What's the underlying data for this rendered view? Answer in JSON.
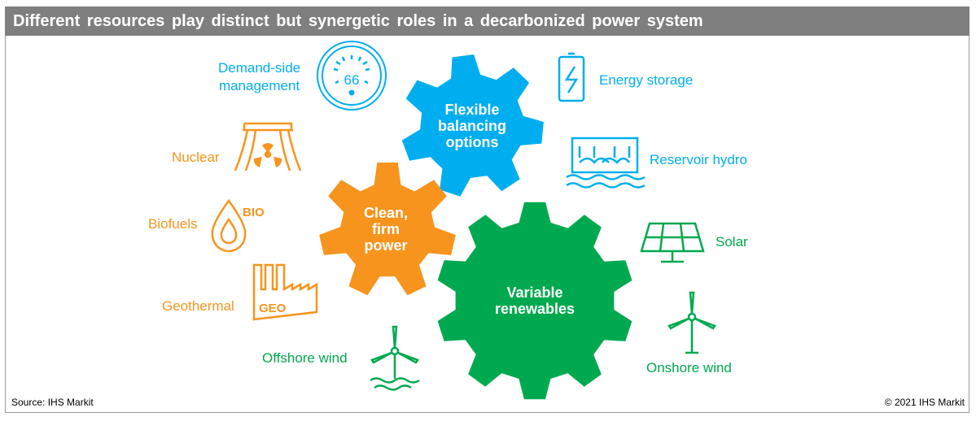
{
  "title": "Different resources play distinct but synergetic roles in a decarbonized power system",
  "gears": {
    "flexible": {
      "label_lines": [
        "Flexible",
        "balancing",
        "options"
      ],
      "color": "#00aeef"
    },
    "clean": {
      "label_lines": [
        "Clean,",
        "firm",
        "power"
      ],
      "color": "#f7941d"
    },
    "variable": {
      "label_lines": [
        "Variable",
        "renewables"
      ],
      "color": "#00a94f"
    }
  },
  "resources": {
    "demand_side": [
      "Demand-side",
      "management"
    ],
    "thermostat_value": "66",
    "energy_storage": "Energy storage",
    "reservoir_hydro": "Reservoir hydro",
    "nuclear": "Nuclear",
    "biofuels": "Biofuels",
    "bio_badge": "BIO",
    "geothermal": "Geothermal",
    "geo_badge": "GEO",
    "solar": "Solar",
    "offshore_wind": "Offshore wind",
    "onshore_wind": "Onshore wind"
  },
  "footer": {
    "source": "Source: IHS Markit",
    "copyright": "© 2021 IHS Markit"
  }
}
